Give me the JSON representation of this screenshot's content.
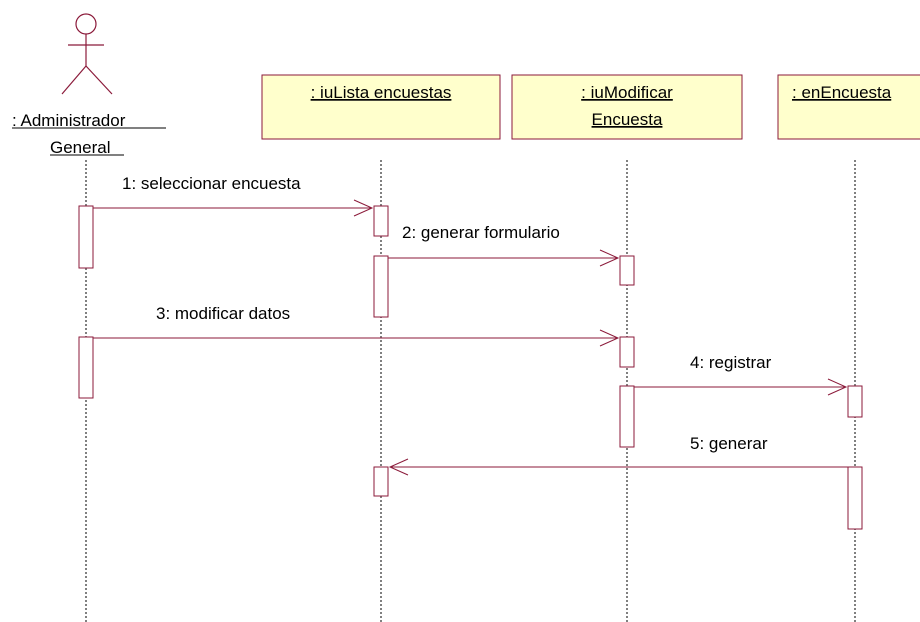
{
  "colors": {
    "line": "#8b1a3a",
    "box_fill": "#ffffcc",
    "box_border": "#8b1a3a",
    "lifeline": "#000000",
    "text": "#000000"
  },
  "actor": {
    "name_line1": ": Administrador",
    "name_line2": "General",
    "icon": "stick-figure-icon"
  },
  "objects": [
    {
      "id": "iu-lista",
      "line1": ": iuLista encuestas",
      "line2": ""
    },
    {
      "id": "iu-modificar",
      "line1": ": iuModificar",
      "line2": "Encuesta"
    },
    {
      "id": "en-encuesta",
      "line1": ": enEncuesta",
      "line2": ""
    }
  ],
  "messages": [
    {
      "label": "1: seleccionar encuesta",
      "from": "Administrador General",
      "to": "iuLista encuestas"
    },
    {
      "label": "2: generar formulario",
      "from": "iuLista encuestas",
      "to": "iuModificar Encuesta"
    },
    {
      "label": "3: modificar datos",
      "from": "Administrador General",
      "to": "iuModificar Encuesta"
    },
    {
      "label": "4: registrar",
      "from": "iuModificar Encuesta",
      "to": "enEncuesta"
    },
    {
      "label": "5: generar",
      "from": "enEncuesta",
      "to": "iuLista encuestas"
    }
  ]
}
